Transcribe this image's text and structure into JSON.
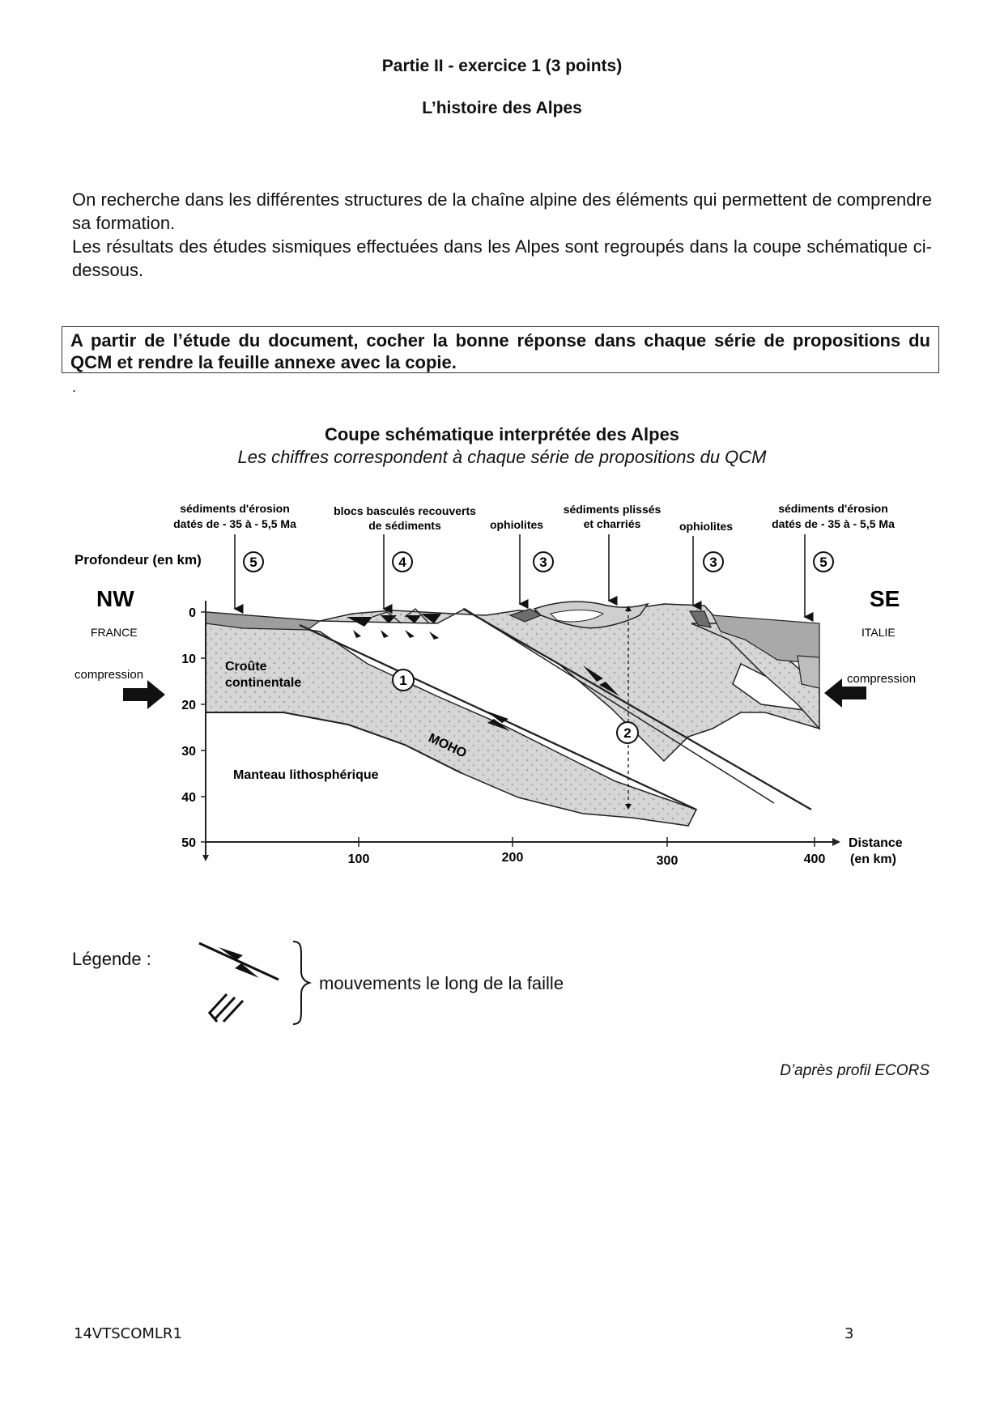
{
  "header": {
    "title": "Partie II - exercice 1 (3 points)",
    "subtitle": "L’histoire des Alpes"
  },
  "intro": {
    "paragraph1": "On recherche dans les différentes structures de la chaîne alpine des éléments qui permettent de comprendre sa formation.",
    "paragraph2": "Les résultats des études sismiques effectuées dans les Alpes sont regroupés dans la coupe schématique ci-dessous."
  },
  "task": {
    "text": "A partir de l’étude du document, cocher la bonne réponse dans chaque série de propositions du QCM et rendre la feuille annexe avec la copie.",
    "stray_mark": "."
  },
  "figure": {
    "title": "Coupe schématique interprétée des Alpes",
    "subtitle": "Les chiffres correspondent à chaque série de propositions du QCM",
    "labels": {
      "sed_erosion_left_1": "sédiments d'érosion",
      "sed_erosion_left_2": "datés de - 35 à - 5,5 Ma",
      "blocs_1": "blocs basculés recouverts",
      "blocs_2": "de sédiments",
      "ophiolites_left": "ophiolites",
      "sed_plisses_1": "sédiments plissés",
      "sed_plisses_2": "et charriés",
      "ophiolites_right": "ophiolites",
      "sed_erosion_right_1": "sédiments d'érosion",
      "sed_erosion_right_2": "datés de - 35 à - 5,5 Ma",
      "depth_axis": "Profondeur (en km)",
      "nw": "NW",
      "se": "SE",
      "france": "FRANCE",
      "italie": "ITALIE",
      "compression_left": "compression",
      "compression_right": "compression",
      "croute_1": "Croûte",
      "croute_2": "continentale",
      "manteau": "Manteau lithosphérique",
      "moho": "MOHO",
      "distance_1": "Distance",
      "distance_2": "(en km)"
    },
    "markers": [
      "5",
      "4",
      "3",
      "3",
      "5",
      "1",
      "2"
    ],
    "depth_ticks": [
      "0",
      "10",
      "20",
      "30",
      "40",
      "50"
    ],
    "distance_ticks": [
      "100",
      "200",
      "300",
      "400"
    ]
  },
  "legend": {
    "label": "Légende :",
    "text": "mouvements le long de la faille"
  },
  "source": "D’après profil ECORS",
  "footer": {
    "code": "14VTSCOMLR1",
    "page": "3"
  }
}
